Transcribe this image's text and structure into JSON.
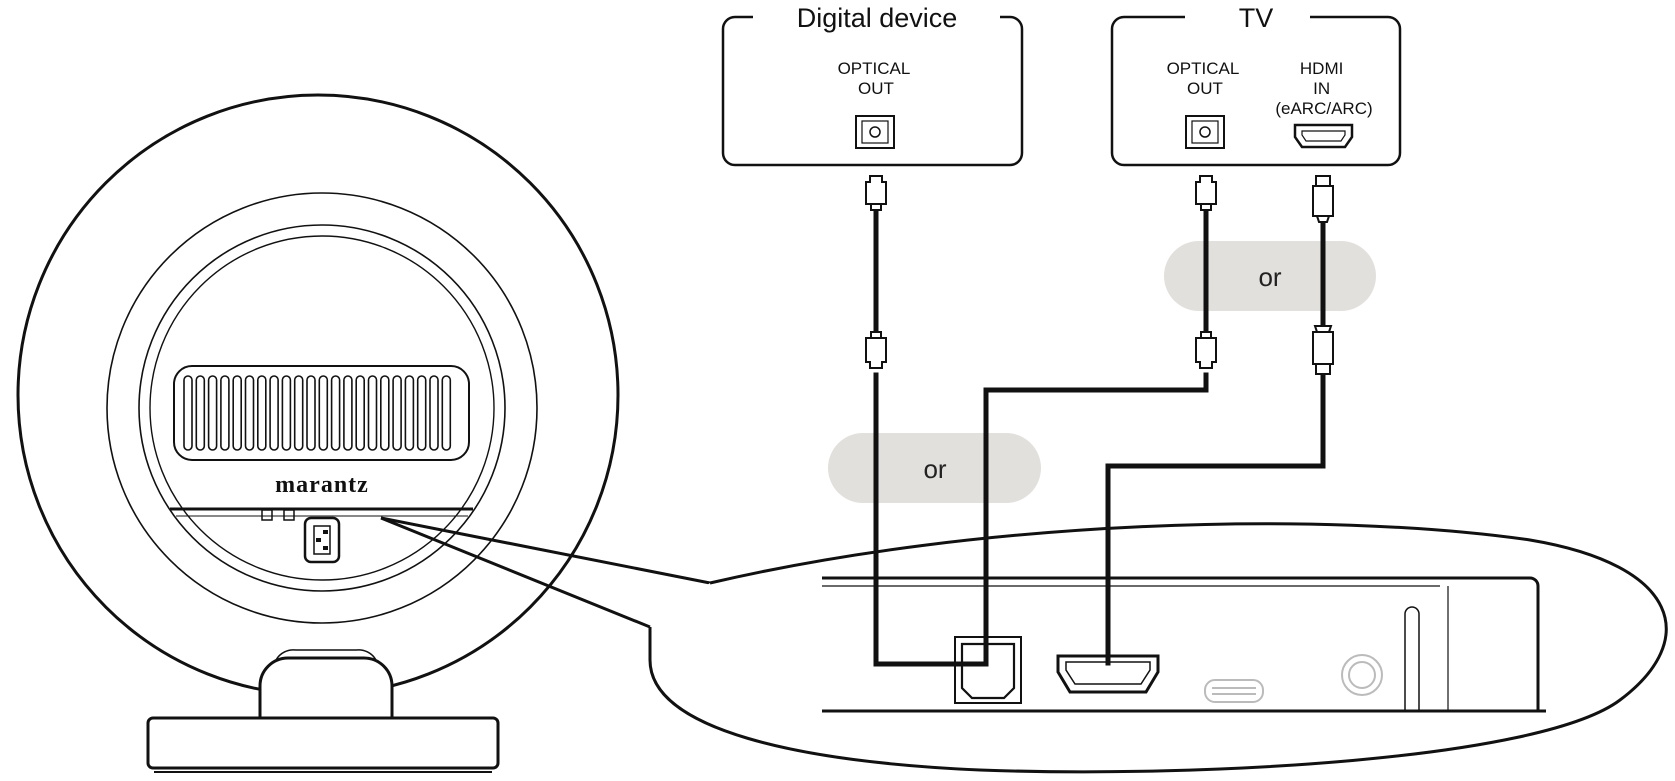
{
  "devices": {
    "digital_device": {
      "title": "Digital device",
      "optical_out": [
        "OPTICAL",
        "OUT"
      ]
    },
    "tv": {
      "title": "TV",
      "optical_out": [
        "OPTICAL",
        "OUT"
      ],
      "hdmi_in": [
        "HDMI",
        "IN",
        "(eARC/ARC)"
      ]
    }
  },
  "or_labels": {
    "tv_choice": "or",
    "source_choice": "or"
  },
  "speaker": {
    "brand": "marantz"
  },
  "colors": {
    "stroke": "#111111",
    "or_fill": "#e2e0dc",
    "light_port": "#bbbbbb"
  }
}
